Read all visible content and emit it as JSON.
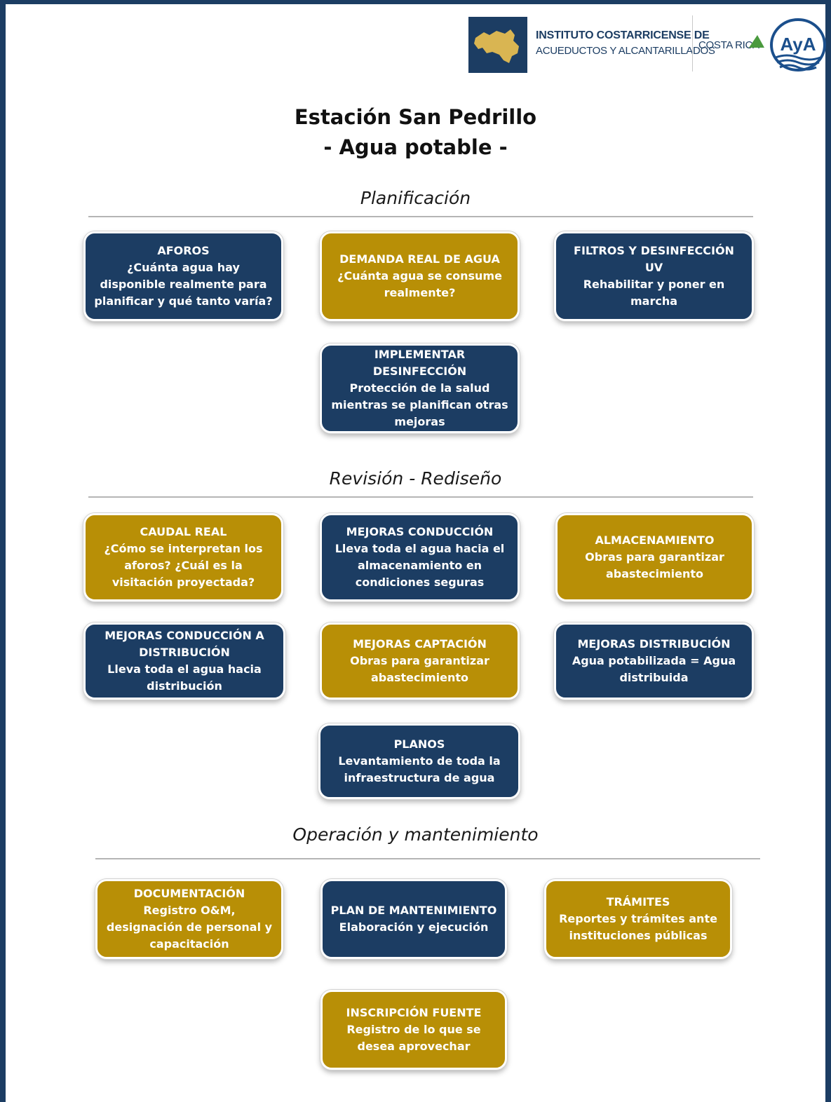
{
  "header": {
    "institute_line1": "INSTITUTO COSTARRICENSE DE",
    "institute_line2": "ACUEDUCTOS Y ALCANTARILLADOS",
    "country": "COSTA RICA",
    "logo_text": "AyA"
  },
  "title": {
    "line1": "Estación San Pedrillo",
    "line2": "- Agua potable -"
  },
  "sections": [
    {
      "heading": "Planificación",
      "boxes": [
        {
          "title": "AFOROS",
          "desc": "¿Cuánta agua hay disponible realmente para planificar y qué tanto varía?",
          "color": "navy"
        },
        {
          "title": "DEMANDA REAL DE AGUA",
          "desc": "¿Cuánta agua se consume realmente?",
          "color": "gold"
        },
        {
          "title": "FILTROS Y DESINFECCIÓN UV",
          "desc": "Rehabilitar y poner en marcha",
          "color": "navy"
        },
        {
          "title": "IMPLEMENTAR DESINFECCIÓN",
          "desc": "Protección de la salud mientras se planifican otras mejoras",
          "color": "navy"
        }
      ]
    },
    {
      "heading": "Revisión - Rediseño",
      "boxes": [
        {
          "title": "CAUDAL REAL",
          "desc": "¿Cómo se interpretan los aforos? ¿Cuál es la visitación proyectada?",
          "color": "gold"
        },
        {
          "title": "MEJORAS CONDUCCIÓN",
          "desc": "Lleva toda el agua hacia el almacenamiento en condiciones seguras",
          "color": "navy"
        },
        {
          "title": "ALMACENAMIENTO",
          "desc": "Obras para garantizar abastecimiento",
          "color": "gold"
        },
        {
          "title": "MEJORAS CONDUCCIÓN A DISTRIBUCIÓN",
          "desc": "Lleva toda el agua hacia distribución",
          "color": "navy"
        },
        {
          "title": "MEJORAS CAPTACIÓN",
          "desc": "Obras para garantizar abastecimiento",
          "color": "gold"
        },
        {
          "title": "MEJORAS DISTRIBUCIÓN",
          "desc": "Agua potabilizada = Agua distribuida",
          "color": "navy"
        },
        {
          "title": "PLANOS",
          "desc": "Levantamiento de toda la infraestructura de agua",
          "color": "navy"
        }
      ]
    },
    {
      "heading": "Operación y mantenimiento",
      "boxes": [
        {
          "title": "DOCUMENTACIÓN",
          "desc": "Registro O&M, designación de personal y capacitación",
          "color": "gold"
        },
        {
          "title": "PLAN DE MANTENIMIENTO",
          "desc": "Elaboración y ejecución",
          "color": "navy"
        },
        {
          "title": "TRÁMITES",
          "desc": "Reportes y trámites ante instituciones públicas",
          "color": "gold"
        },
        {
          "title": "INSCRIPCIÓN FUENTE",
          "desc": "Registro de lo que se desea aprovechar",
          "color": "gold"
        }
      ]
    }
  ],
  "colors": {
    "navy": "#1c3d63",
    "gold": "#b88f06",
    "aya_blue": "#1b4f8c",
    "aya_green": "#4a9a3e"
  }
}
